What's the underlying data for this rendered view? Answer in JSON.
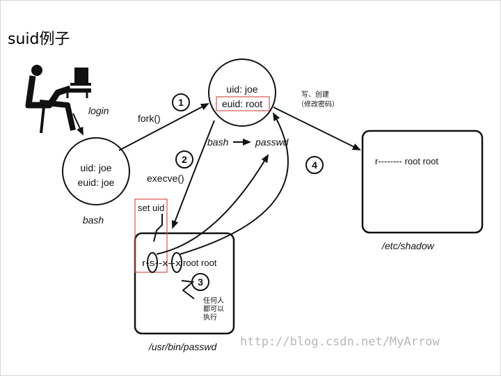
{
  "title": "suid例子",
  "user": {
    "icon": "user-at-computer-icon",
    "login_label": "login"
  },
  "bash_process": {
    "uid": "uid: joe",
    "euid": "euid: joe",
    "caption": "bash"
  },
  "passwd_process": {
    "uid": "uid: joe",
    "euid": "euid: root",
    "flow_from": "bash",
    "flow_to": "passwd"
  },
  "passwd_file": {
    "perms": "r-s--x--x",
    "owner": "root root",
    "path": "/usr/bin/passwd",
    "setuid_note": "set uid"
  },
  "shadow_file": {
    "content": "r-------- root root",
    "path": "/etc/shadow"
  },
  "steps": [
    {
      "num": "1",
      "label": "fork()"
    },
    {
      "num": "2",
      "label": "execve()"
    },
    {
      "num": "3",
      "note_lines": [
        "任何人",
        "都可以",
        "执行"
      ]
    },
    {
      "num": "4"
    }
  ],
  "write_note_lines": [
    "写、创建",
    "（修改密码）"
  ],
  "watermark": "http://blog.csdn.net/MyArrow",
  "colors": {
    "ink": "#111111",
    "highlight": "#d9534f",
    "watermark": "#b8b8b8"
  }
}
